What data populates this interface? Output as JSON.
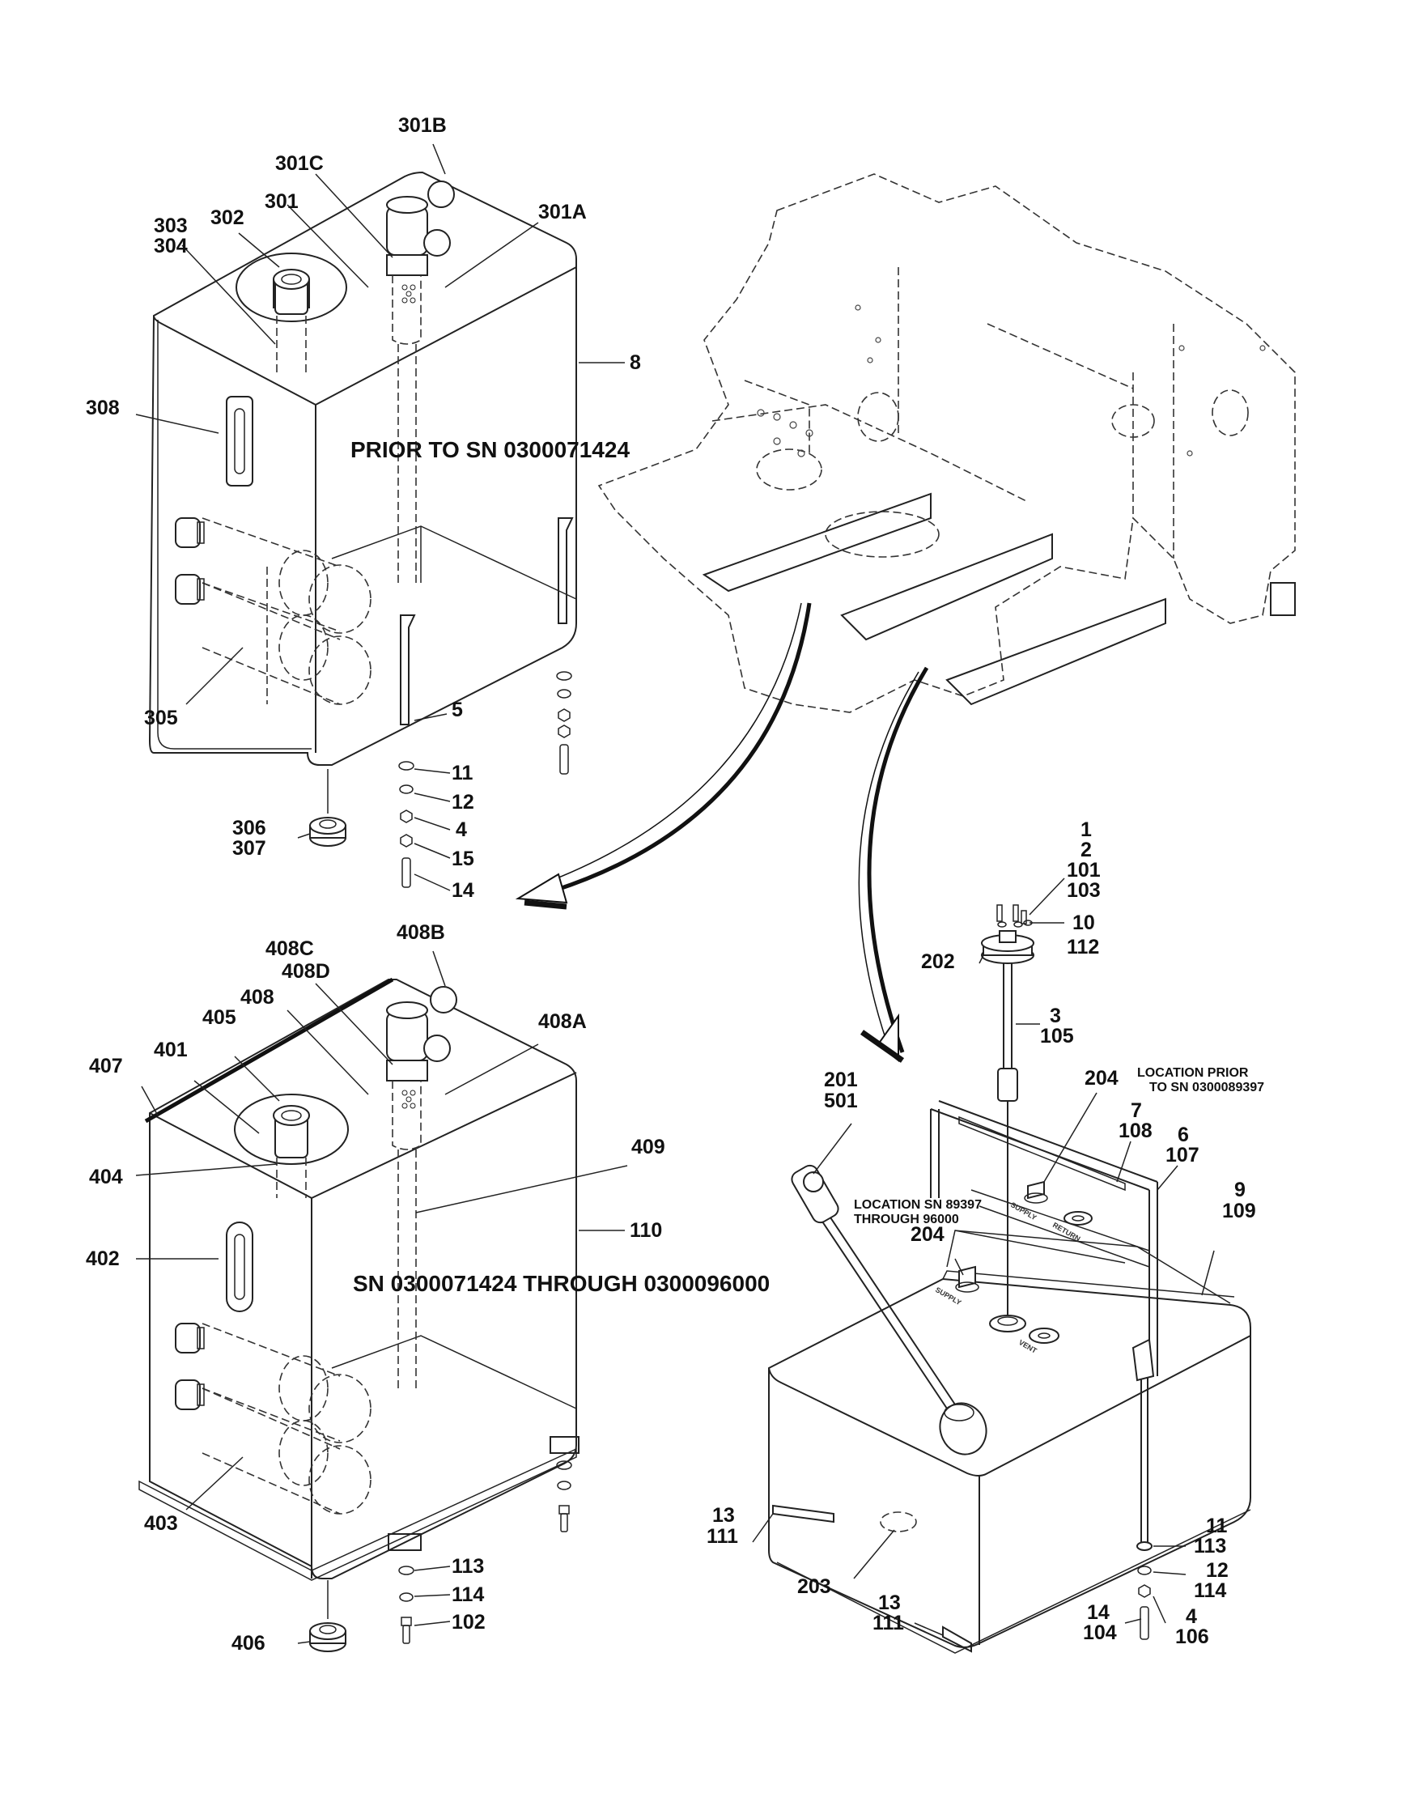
{
  "diagram": {
    "captions": {
      "top_tank": "PRIOR TO SN 0300071424",
      "middle_tank": "SN 0300071424 THROUGH 0300096000"
    },
    "notes": {
      "location_prior_line1": "LOCATION PRIOR",
      "location_prior_line2": "TO SN 0300089397",
      "location_through_line1": "LOCATION SN 89397",
      "location_through_line2": "THROUGH 96000"
    },
    "ports": {
      "supply": "SUPPLY",
      "return": "RETURN",
      "vent": "VENT"
    },
    "callouts": {
      "c301B": "301B",
      "c301C": "301C",
      "c301": "301",
      "c301A": "301A",
      "c303": "303",
      "c304": "304",
      "c302": "302",
      "c8": "8",
      "c308": "308",
      "c305": "305",
      "c5": "5",
      "c11": "11",
      "c12": "12",
      "c4": "4",
      "c15": "15",
      "c14": "14",
      "c306": "306",
      "c307": "307",
      "c408B": "408B",
      "c408C": "408C",
      "c408D": "408D",
      "c408": "408",
      "c408A": "408A",
      "c405": "405",
      "c401": "401",
      "c407": "407",
      "c404": "404",
      "c409": "409",
      "c110": "110",
      "c402": "402",
      "c403": "403",
      "c113": "113",
      "c114": "114",
      "c102": "102",
      "c406": "406",
      "r1": "1",
      "r2": "2",
      "r101": "101",
      "r103": "103",
      "r10": "10",
      "r112": "112",
      "r202": "202",
      "r3": "3",
      "r105": "105",
      "r204a": "204",
      "r7": "7",
      "r108": "108",
      "r6": "6",
      "r107": "107",
      "r9": "9",
      "r109": "109",
      "r201": "201",
      "r501": "501",
      "r204b": "204",
      "r13a": "13",
      "r111a": "111",
      "r203": "203",
      "r13b": "13",
      "r111b": "111",
      "r11": "11",
      "r113": "113",
      "r12": "12",
      "r114": "114",
      "r14": "14",
      "r104": "104",
      "r4": "4",
      "r106": "106"
    }
  }
}
